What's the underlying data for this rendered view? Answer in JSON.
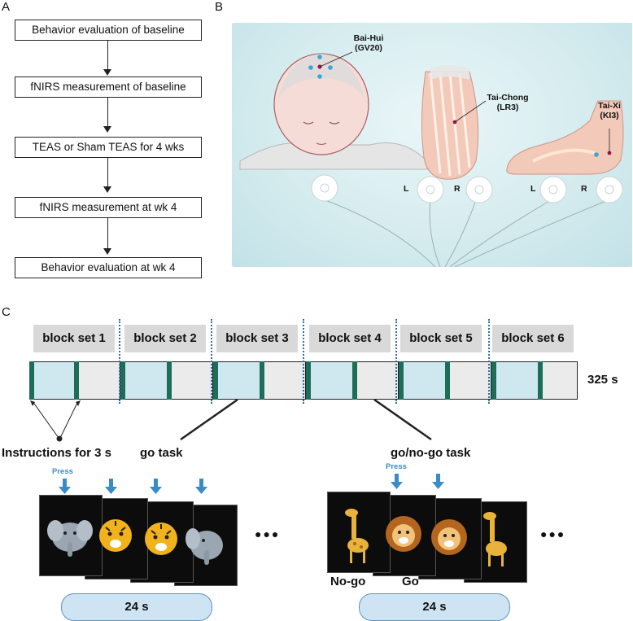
{
  "panels": {
    "a": "A",
    "b": "B",
    "c": "C"
  },
  "flowchart": [
    "Behavior evaluation of baseline",
    "fNIRS measurement of baseline",
    "TEAS or Sham TEAS for 4 wks",
    "fNIRS measurement at wk 4",
    "Behavior evaluation at wk 4"
  ],
  "acupoints": {
    "baihui": {
      "name": "Bai-Hui",
      "code": "(GV20)"
    },
    "taichong": {
      "name": "Tai-Chong",
      "code": "(LR3)"
    },
    "taixi": {
      "name": "Tai-Xi",
      "code": "(KI3)"
    }
  },
  "electrode_labels": {
    "l1": "L",
    "r1": "R",
    "l2": "L",
    "r2": "R"
  },
  "blocks": [
    "block set 1",
    "block set 2",
    "block set 3",
    "block set 4",
    "block set 5",
    "block set 6"
  ],
  "total_duration": "325 s",
  "labels": {
    "instructions": "Instructions for 3 s",
    "go_task": "go task",
    "gonogo_task": "go/no-go task",
    "press": "Press",
    "nogo": "No-go",
    "go": "Go",
    "ellipsis": "●●●",
    "duration_go": "24 s",
    "duration_gonogo": "24 s"
  },
  "colors": {
    "accent": "#3a8cc8",
    "block_marker": "#1d6e58",
    "block_blue": "#cfe8ef",
    "divider": "#2e6fa8"
  }
}
